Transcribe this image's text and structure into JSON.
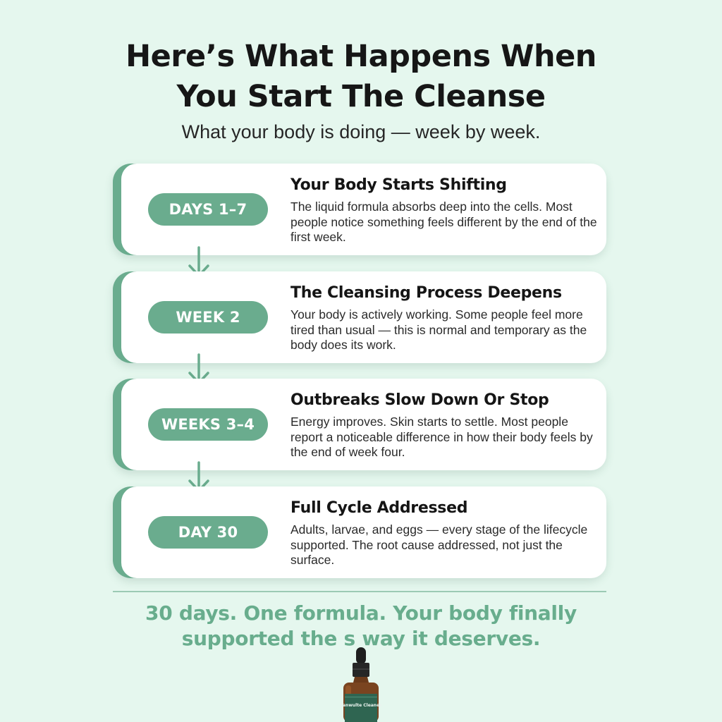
{
  "header": {
    "title_line1": "Here’s What Happens When",
    "title_line2": "You Start The Cleanse",
    "subtitle": "What your body is doing — week by week."
  },
  "timeline": [
    {
      "badge": "DAYS 1–7",
      "title": "Your Body Starts Shifting",
      "description": "The liquid formula absorbs deep into the cells. Most people notice something feels different by the end of the first week."
    },
    {
      "badge": "WEEK 2",
      "title": "The Cleansing Process Deepens",
      "description": "Your body is actively working. Some people feel more tired than usual — this is normal and temporary as the body does its work."
    },
    {
      "badge": "WEEKS 3–4",
      "title": "Outbreaks Slow Down Or Stop",
      "description": "Energy improves. Skin starts to settle. Most people report a noticeable difference in how their body feels by the end of week four."
    },
    {
      "badge": "DAY 30",
      "title": "Full Cycle Addressed",
      "description": "Adults, larvae, and eggs — every stage of the lifecycle supported. The root cause addressed, not just the surface."
    }
  ],
  "footer": {
    "tagline_line1": "30 days. One formula. Your body finally",
    "tagline_line2": "supported the s way it deserves."
  },
  "product": {
    "label": "Fanwulte Cleanes"
  },
  "icons": {
    "arrow": "arrow-down-icon",
    "product": "dropper-bottle-icon"
  },
  "colors": {
    "background": "#e5f7ee",
    "accent": "#6aac8e",
    "card": "#ffffff",
    "title": "#161616",
    "tagline": "#68ad8d"
  }
}
